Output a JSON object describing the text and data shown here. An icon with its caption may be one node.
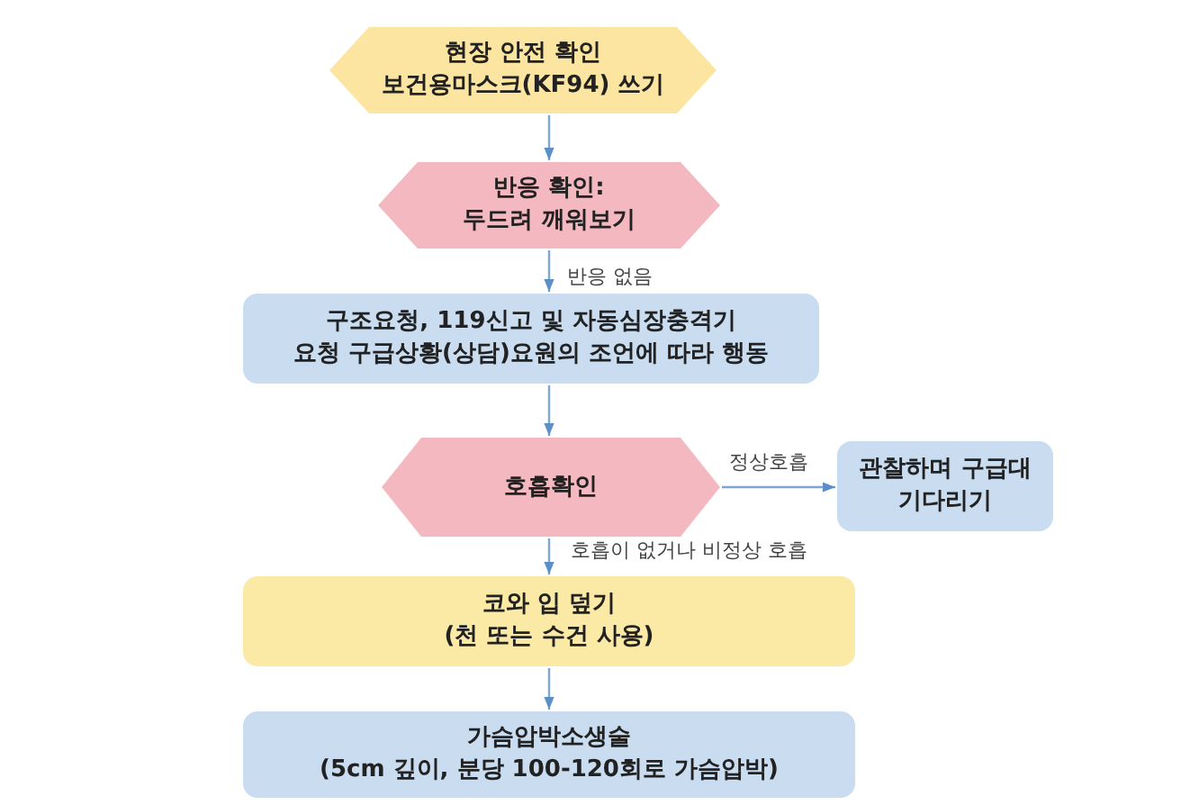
{
  "diagram": {
    "nodes": [
      {
        "text": [
          "현장 안전 확인 보건용마스크(KF94) 쓰기"
        ]
      },
      {
        "text": [
          "반응 확인: 두드려 깨워보기"
        ]
      },
      {
        "text": [
          "구조요청, 119신고 및 자동심장충격기 요청 구급상황(상담)요원의 조언에 따라 행동"
        ]
      },
      {
        "text": [
          "호흡확인"
        ]
      },
      {
        "text": [
          "관찰하며 구급대 기다리기"
        ]
      },
      {
        "text": [
          "코와 입 덮기 (천 또는 수건 사용)"
        ]
      },
      {
        "text": [
          "가슴압박소생술 (5cm 깊이, 분당 100-120회로 가슴압박)"
        ]
      }
    ],
    "edges": [
      {
        "from": 0,
        "to": 1,
        "arrow": "to"
      },
      {
        "from": 1,
        "to": 2,
        "arrow": "to",
        "label": "반응 없음"
      },
      {
        "from": 2,
        "to": 3,
        "arrow": "to"
      },
      {
        "from": 3,
        "to": 4,
        "arrow": "to",
        "label": "정상호흡"
      },
      {
        "from": 3,
        "to": 5,
        "arrow": "to",
        "label": "호흡이 없거나 비정상 호흡"
      },
      {
        "from": 5,
        "to": 6,
        "arrow": "to"
      }
    ]
  }
}
